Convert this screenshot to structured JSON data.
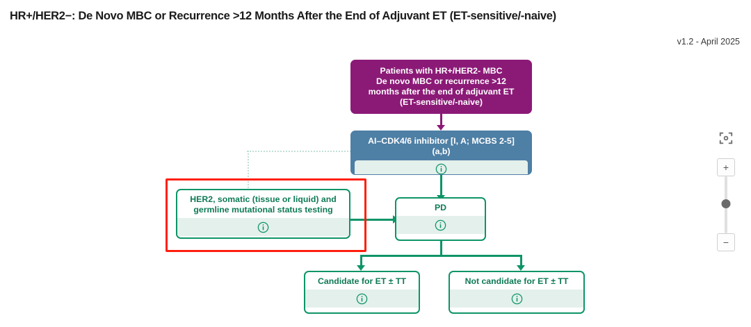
{
  "header": {
    "title": "HR+/HER2−: De Novo MBC or Recurrence >12 Months After the End of Adjuvant ET (ET-sensitive/-naive)",
    "version": "v1.2 - April 2025"
  },
  "colors": {
    "purple": "#8b1a77",
    "blue": "#4e7fa5",
    "green": "#0e9468",
    "green_text": "#0e7a56",
    "info_band": "#e4f0ec",
    "selection_red": "#ff1f0f",
    "faint_connector": "#bfe0d3"
  },
  "diagram": {
    "nodes": [
      {
        "id": "patients-node",
        "type": "purple",
        "lines": [
          "Patients with HR+/HER2- MBC",
          "De novo MBC or recurrence >12",
          "months after the end of adjuvant ET",
          "(ET-sensitive/-naive)"
        ],
        "has_info": false
      },
      {
        "id": "ai-cdk46-node",
        "type": "blue",
        "lines": [
          "AI–CDK4/6 inhibitor [I, A; MCBS 2-5]",
          "(a,b)"
        ],
        "has_info": true,
        "info_icon": "info-circle-icon"
      },
      {
        "id": "her2-testing-node",
        "type": "green",
        "selected": true,
        "lines": [
          "HER2, somatic (tissue or liquid) and",
          "germline mutational status testing"
        ],
        "has_info": true,
        "info_icon": "info-circle-icon"
      },
      {
        "id": "pd-node",
        "type": "green",
        "lines": [
          "PD"
        ],
        "has_info": true,
        "info_icon": "info-circle-icon"
      },
      {
        "id": "candidate-node",
        "type": "green",
        "lines": [
          "Candidate for ET ± TT"
        ],
        "has_info": true,
        "info_icon": "info-circle-icon"
      },
      {
        "id": "not-candidate-node",
        "type": "green",
        "lines": [
          "Not candidate for ET ± TT"
        ],
        "has_info": true,
        "info_icon": "info-circle-icon"
      }
    ]
  },
  "zoom_controls": {
    "fit_screen_icon": "fit-to-screen-icon",
    "zoom_in_label": "+",
    "zoom_out_label": "−"
  }
}
